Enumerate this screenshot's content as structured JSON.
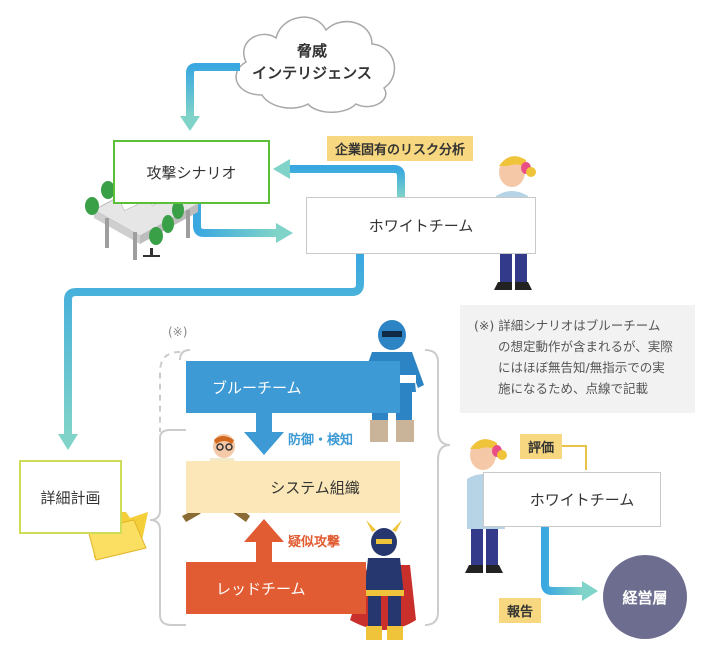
{
  "cloud": {
    "line1": "脅威",
    "line2": "インテリジェンス"
  },
  "attack_scenario": {
    "label": "攻撃シナリオ"
  },
  "white_team_top": {
    "label": "ホワイトチーム"
  },
  "risk_analysis_tag": {
    "label": "企業固有のリスク分析"
  },
  "detailed_plan": {
    "label": "詳細計画"
  },
  "note_marker": "(※)",
  "note": {
    "mark": "(※)",
    "line1": "詳細シナリオはブルーチーム",
    "line2": "の想定動作が含まれるが、実際",
    "line3": "にはほぼ無告知/無指示での実",
    "line4": "施になるため、点線で記載"
  },
  "blue_team": {
    "label": "ブルーチーム"
  },
  "defense_label": "防御・検知",
  "system_org": {
    "label": "システム組織"
  },
  "pseudo_attack_label": "疑似攻撃",
  "red_team": {
    "label": "レッドチーム"
  },
  "evaluation_tag": {
    "label": "評価"
  },
  "white_team_bottom": {
    "label": "ホワイトチーム"
  },
  "report_tag": {
    "label": "報告"
  },
  "management": {
    "label": "経営層"
  },
  "colors": {
    "arrow_blue": "#3aa8e0",
    "arrow_teal": "#7fd3c8",
    "blue_team": "#3d9ad4",
    "red_team": "#e25c33",
    "system": "#fbe7b7",
    "tag": "#f7d77f",
    "management": "#6d6e8f"
  }
}
